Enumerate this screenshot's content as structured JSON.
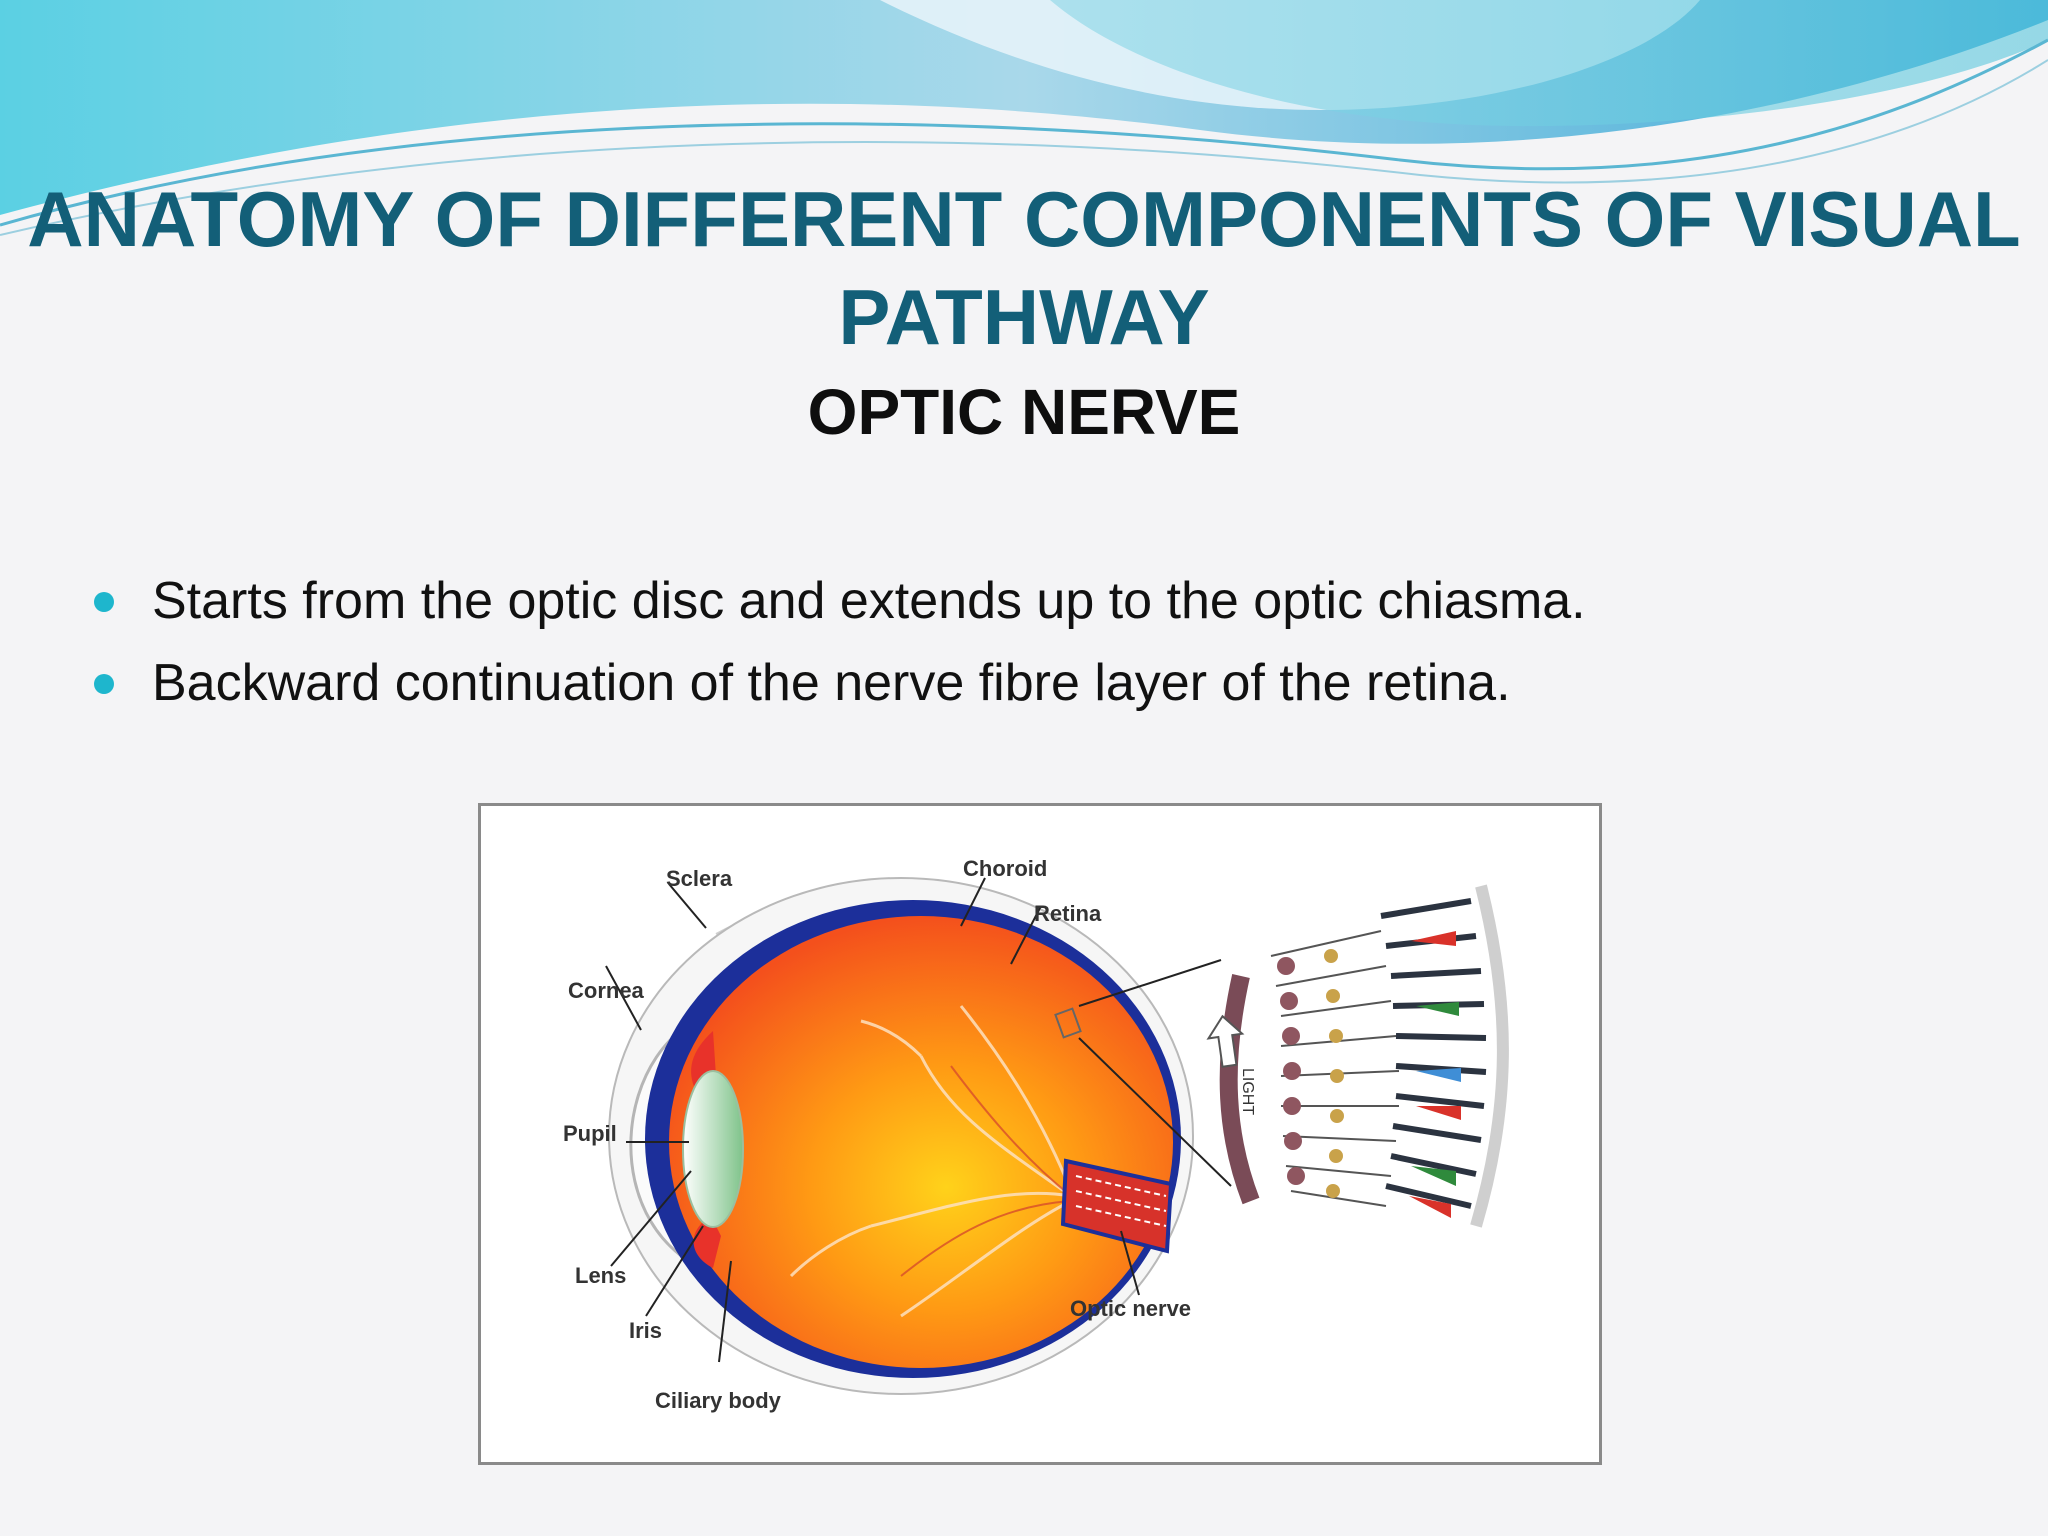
{
  "slide": {
    "title": "ANATOMY OF DIFFERENT COMPONENTS OF VISUAL PATHWAY",
    "subtitle": "OPTIC NERVE",
    "bullets": [
      "Starts from the optic disc and extends up to the optic chiasma.",
      "Backward continuation of the nerve fibre layer of the retina."
    ]
  },
  "figure": {
    "labels": {
      "sclera": "Sclera",
      "choroid": "Choroid",
      "retina": "Retina",
      "cornea": "Cornea",
      "pupil": "Pupil",
      "lens": "Lens",
      "iris": "Iris",
      "ciliary_body": "Ciliary body",
      "optic_nerve": "Optic nerve",
      "light": "LIGHT"
    }
  },
  "colors": {
    "title": "#135f78",
    "bullet": "#1eb6cd",
    "eye_inner": "#f7611c",
    "eye_rim": "#1c2f9a"
  }
}
